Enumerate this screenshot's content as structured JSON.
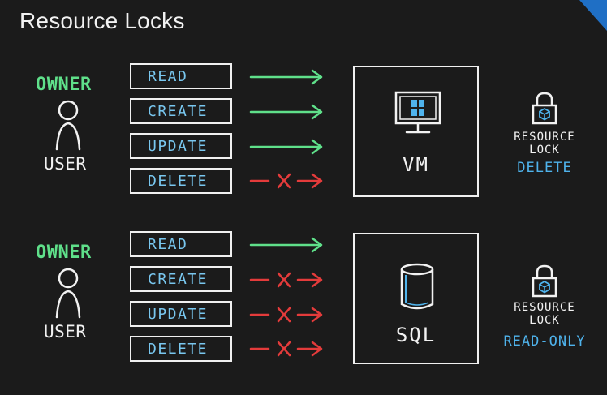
{
  "title": "Resource Locks",
  "colors": {
    "allowed": "#5fe08a",
    "denied": "#e43b3b",
    "op_text": "#79c7ef",
    "lock_type": "#4fb3ec",
    "owner": "#5fe08a"
  },
  "sections": [
    {
      "owner_label": "OWNER",
      "user_label": "USER",
      "operations": [
        {
          "label": "READ",
          "status": "allowed"
        },
        {
          "label": "CREATE",
          "status": "allowed"
        },
        {
          "label": "UPDATE",
          "status": "allowed"
        },
        {
          "label": "DELETE",
          "status": "denied"
        }
      ],
      "resource_label": "VM",
      "resource_icon": "vm-monitor-icon",
      "lock_label_line1": "RESOURCE",
      "lock_label_line2": "LOCK",
      "lock_type": "DELETE"
    },
    {
      "owner_label": "OWNER",
      "user_label": "USER",
      "operations": [
        {
          "label": "READ",
          "status": "allowed"
        },
        {
          "label": "CREATE",
          "status": "denied"
        },
        {
          "label": "UPDATE",
          "status": "denied"
        },
        {
          "label": "DELETE",
          "status": "denied"
        }
      ],
      "resource_label": "SQL",
      "resource_icon": "sql-database-icon",
      "lock_label_line1": "RESOURCE",
      "lock_label_line2": "LOCK",
      "lock_type": "READ-ONLY"
    }
  ]
}
